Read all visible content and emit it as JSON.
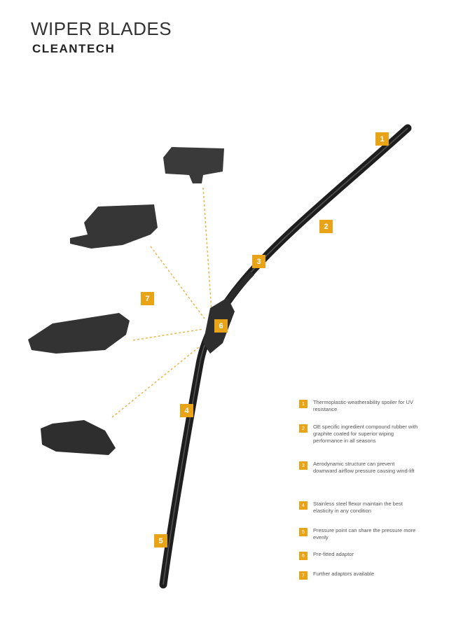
{
  "title": "WIPER BLADES",
  "subtitle": "CLEANTECH",
  "badges": [
    "1",
    "2",
    "3",
    "4",
    "5",
    "6",
    "7"
  ],
  "legend": [
    {
      "num": "1",
      "text": "Thermoplastic-weatherability spoiler for UV resistance"
    },
    {
      "num": "2",
      "text": "OE specific ingredient compound rubber with graphite coated for superior wiping performance in all seasons"
    },
    {
      "num": "3",
      "text": "Aerodynamic structure can prevent downward airflow pressure causing wind-lift"
    },
    {
      "num": "4",
      "text": "Stainless steel flexor maintain the best elasticity in any condition"
    },
    {
      "num": "5",
      "text": "Pressure point can share the pressure more evenly"
    },
    {
      "num": "6",
      "text": "Pre-fitted adaptor"
    },
    {
      "num": "7",
      "text": "Further adaptors available"
    }
  ],
  "colors": {
    "accent": "#e8a317",
    "blade": "#1e1e1e"
  }
}
